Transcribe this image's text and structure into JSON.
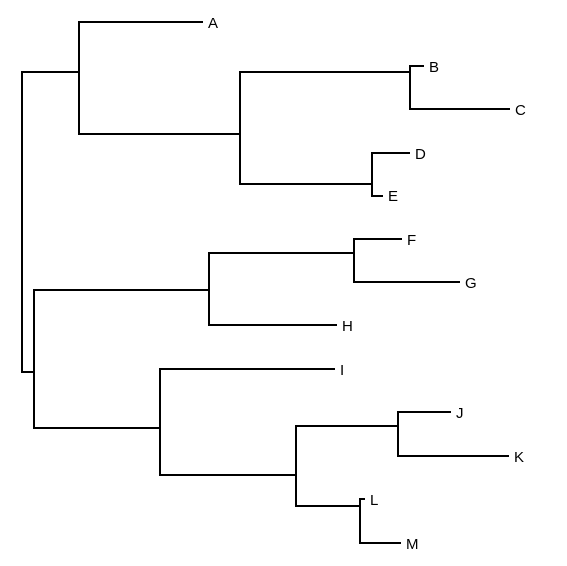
{
  "diagram": {
    "type": "dendrogram",
    "orientation": "left-to-right",
    "line_color": "#000000",
    "leaves": [
      "A",
      "B",
      "C",
      "D",
      "E",
      "F",
      "G",
      "H",
      "I",
      "J",
      "K",
      "L",
      "M"
    ],
    "tree": {
      "children": [
        {
          "children": [
            {
              "leaf": "A"
            },
            {
              "children": [
                {
                  "children": [
                    {
                      "leaf": "B"
                    },
                    {
                      "leaf": "C"
                    }
                  ]
                },
                {
                  "children": [
                    {
                      "leaf": "D"
                    },
                    {
                      "leaf": "E"
                    }
                  ]
                }
              ]
            }
          ]
        },
        {
          "children": [
            {
              "children": [
                {
                  "children": [
                    {
                      "leaf": "F"
                    },
                    {
                      "leaf": "G"
                    }
                  ]
                },
                {
                  "leaf": "H"
                }
              ]
            },
            {
              "children": [
                {
                  "leaf": "I"
                },
                {
                  "children": [
                    {
                      "children": [
                        {
                          "leaf": "J"
                        },
                        {
                          "leaf": "K"
                        }
                      ]
                    },
                    {
                      "children": [
                        {
                          "leaf": "L"
                        },
                        {
                          "leaf": "M"
                        }
                      ]
                    }
                  ]
                }
              ]
            }
          ]
        }
      ]
    }
  }
}
